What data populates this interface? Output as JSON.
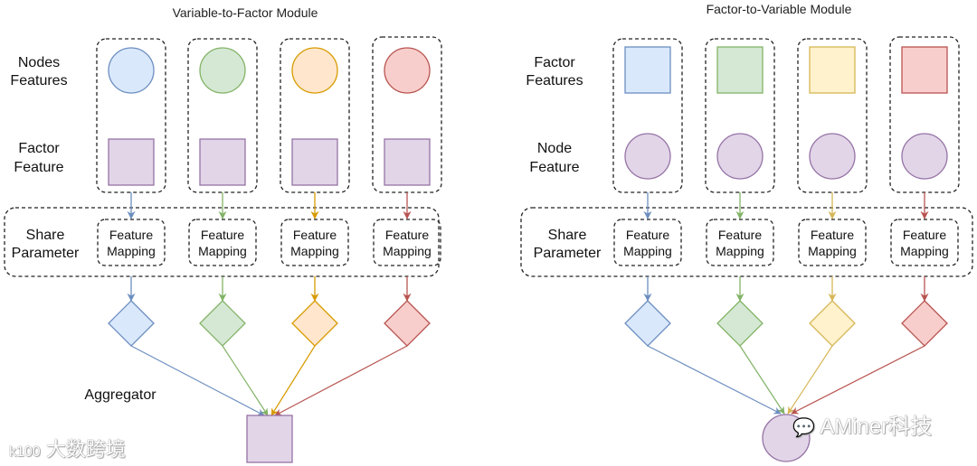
{
  "colors": {
    "blue": {
      "fill": "#dae8fc",
      "stroke": "#6c8ebf"
    },
    "green": {
      "fill": "#d5e8d4",
      "stroke": "#82b366"
    },
    "orange": {
      "fill": "#ffe6cc",
      "stroke": "#d79b00"
    },
    "yellow": {
      "fill": "#fff2cc",
      "stroke": "#d6b656"
    },
    "red": {
      "fill": "#f8cecc",
      "stroke": "#b85450"
    },
    "purple": {
      "fill": "#e1d5e7",
      "stroke": "#9673a6"
    }
  },
  "left": {
    "title": "Variable-to-Factor Module",
    "row1_label": [
      "Nodes",
      "Features"
    ],
    "row2_label": [
      "Factor",
      "Feature"
    ],
    "share_label": [
      "Share",
      "Parameter"
    ],
    "mapping_label": [
      "Feature",
      "Mapping"
    ],
    "aggregator_label": "Aggregator",
    "top_shape": "circle",
    "mid_shape": "square",
    "output_shape": "square",
    "columns": [
      "blue",
      "green",
      "orange",
      "red"
    ]
  },
  "right": {
    "title": "Factor-to-Variable Module",
    "row1_label": [
      "Factor",
      "Features"
    ],
    "row2_label": [
      "Node",
      "Feature"
    ],
    "share_label": [
      "Share",
      "Parameter"
    ],
    "mapping_label": [
      "Feature",
      "Mapping"
    ],
    "top_shape": "square",
    "mid_shape": "circle",
    "output_shape": "circle",
    "columns": [
      "blue",
      "green",
      "yellow",
      "red"
    ]
  },
  "watermarks": {
    "left": "大数跨境",
    "left_logo": "k100",
    "right": "AMiner科技"
  }
}
